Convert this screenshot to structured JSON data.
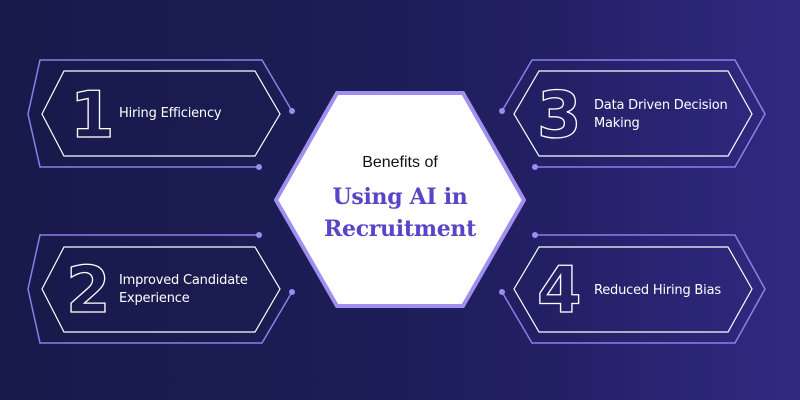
{
  "center": {
    "subtitle": "Benefits of",
    "title_line1": "Using AI in",
    "title_line2": "Recruitment"
  },
  "benefits": [
    {
      "number": "1",
      "label_line1": "Hiring Efficiency",
      "label_line2": ""
    },
    {
      "number": "2",
      "label_line1": "Improved Candidate",
      "label_line2": "Experience"
    },
    {
      "number": "3",
      "label_line1": "Data Driven Decision",
      "label_line2": "Making"
    },
    {
      "number": "4",
      "label_line1": "Reduced Hiring Bias",
      "label_line2": ""
    }
  ],
  "colors": {
    "background_left": "#181a4b",
    "background_right": "#302a82",
    "accent_lavender": "#8f7ee8",
    "title_purple": "#5a45c7",
    "outline_white": "#ffffff"
  }
}
